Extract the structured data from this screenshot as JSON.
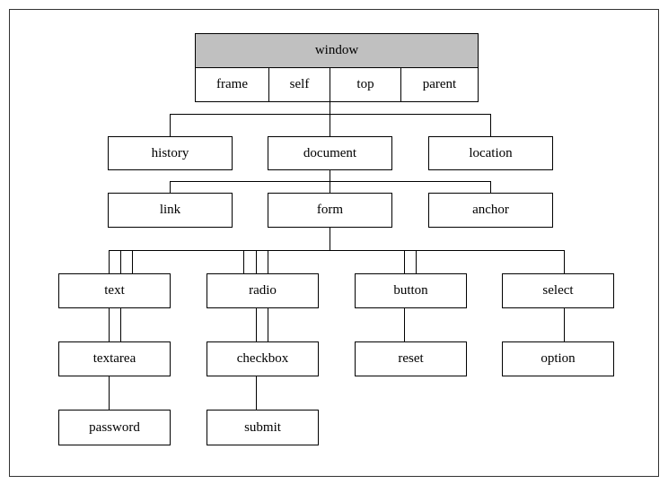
{
  "window": {
    "title": "window",
    "props": [
      "frame",
      "self",
      "top",
      "parent"
    ]
  },
  "level1": [
    "history",
    "document",
    "location"
  ],
  "level2": [
    "link",
    "form",
    "anchor"
  ],
  "level3": [
    "text",
    "radio",
    "button",
    "select"
  ],
  "level4": [
    "textarea",
    "checkbox",
    "reset",
    "option"
  ],
  "level5": [
    "password",
    "submit"
  ]
}
